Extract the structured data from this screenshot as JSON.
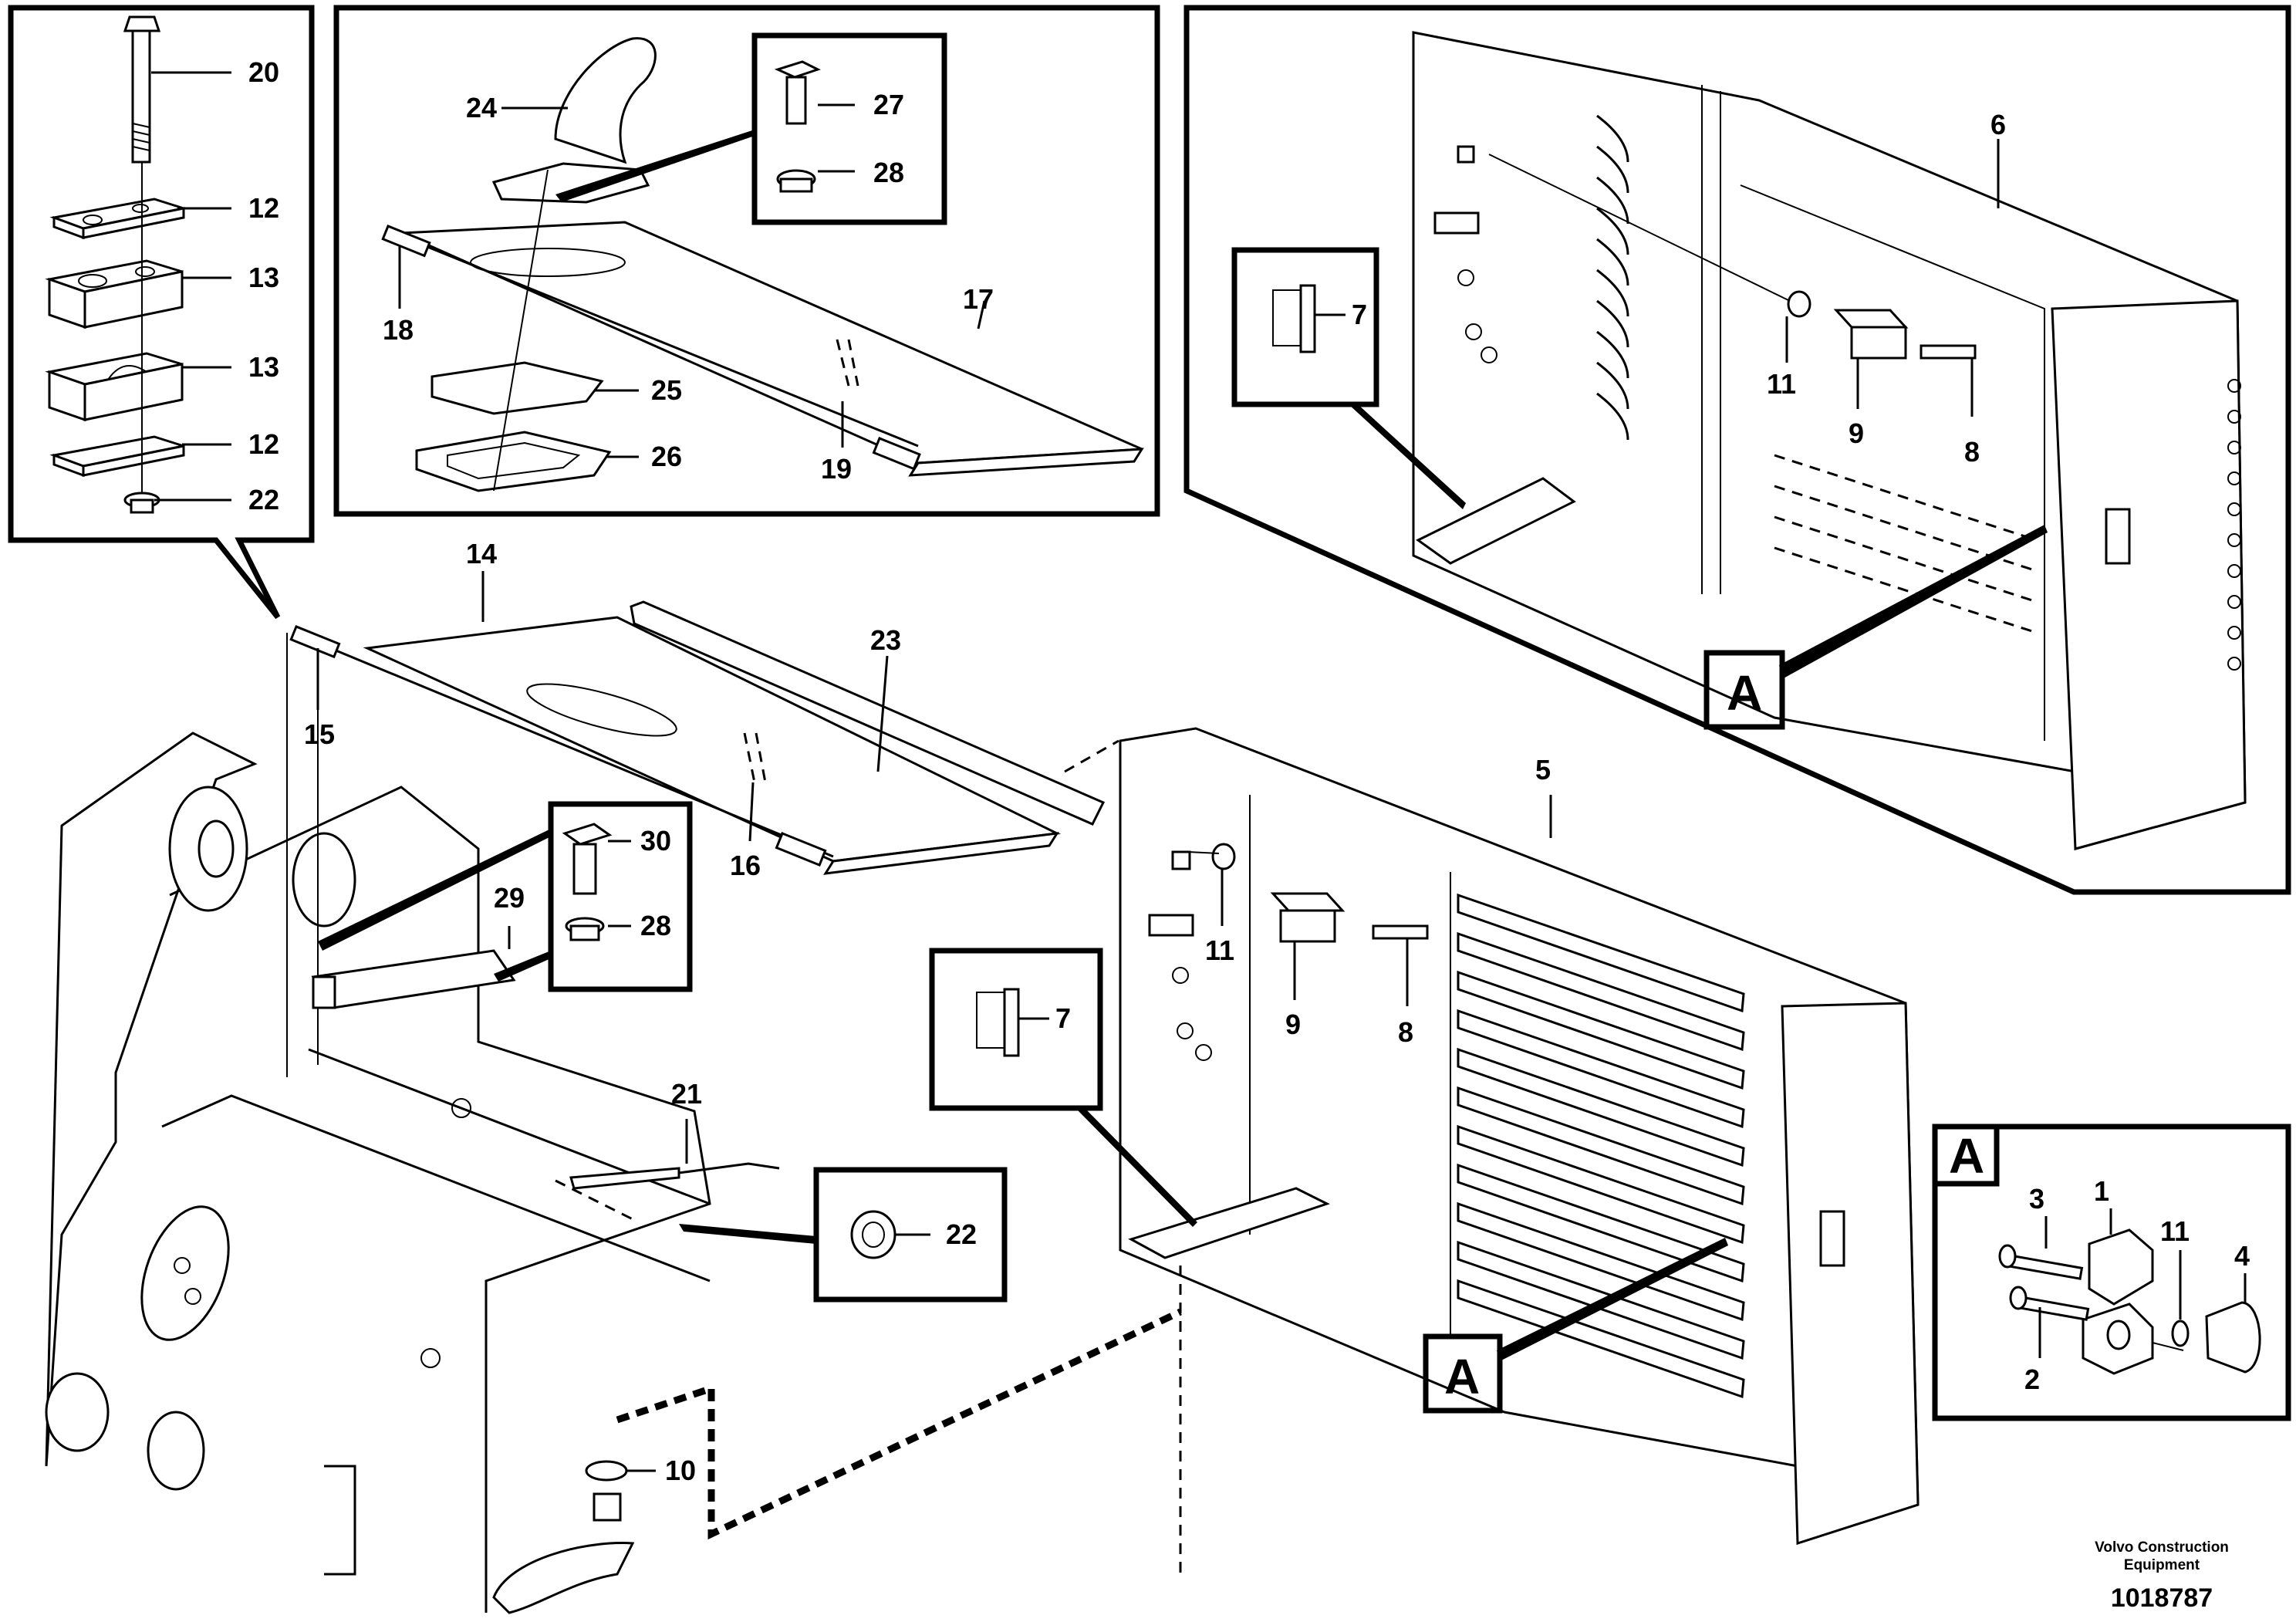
{
  "callouts": {
    "c20": "20",
    "c12a": "12",
    "c13a": "13",
    "c13b": "13",
    "c12b": "12",
    "c22a": "22",
    "c24": "24",
    "c27": "27",
    "c28a": "28",
    "c18": "18",
    "c17": "17",
    "c25": "25",
    "c26": "26",
    "c19": "19",
    "c6": "6",
    "c7a": "7",
    "c11a": "11",
    "c9a": "9",
    "c8a": "8",
    "c14": "14",
    "c23": "23",
    "c15": "15",
    "c16": "16",
    "c5": "5",
    "c30": "30",
    "c28b": "28",
    "c29": "29",
    "c11b": "11",
    "c9b": "9",
    "c8b": "8",
    "c7b": "7",
    "c21": "21",
    "c22b": "22",
    "c10": "10",
    "c3": "3",
    "c1": "1",
    "c11c": "11",
    "c4": "4",
    "c2": "2"
  },
  "detail_labels": {
    "a1": "A",
    "a2": "A",
    "a3": "A"
  },
  "footer": {
    "brand_line1": "Volvo Construction",
    "brand_line2": "Equipment",
    "doc_number": "1018787"
  }
}
